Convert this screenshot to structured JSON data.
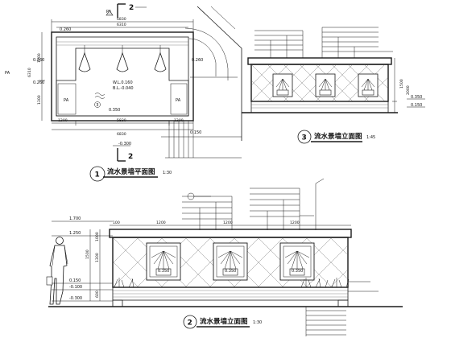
{
  "plan": {
    "section_mark": "2",
    "section_mark_bottom": "2",
    "north_label": "PA",
    "dims_top": [
      "6830",
      "6310"
    ],
    "dims_bottom": [
      "1200",
      "5830",
      "1200",
      "6830"
    ],
    "dims_left": [
      "1200",
      "1300"
    ],
    "elevations": [
      "0.260",
      "0.260",
      "0.260",
      "0.260",
      "0.350",
      "0.150",
      "-0.300"
    ],
    "pool_notes": [
      "W.L.0.160",
      "B.L.-0.040"
    ],
    "pool_mark": "3",
    "side_labels": [
      "PA",
      "PA",
      "PA"
    ],
    "title_number": "1",
    "title": "流水景墙平面图",
    "scale": "1:30"
  },
  "side": {
    "dims": [
      "1500",
      "2000"
    ],
    "elevations": [
      "0.350",
      "0.150"
    ],
    "title_number": "3",
    "title": "流水景墙立面图",
    "scale": "1:45"
  },
  "front": {
    "levels": [
      "1.700",
      "1.250",
      "0.150",
      "-0.100",
      "-0.300"
    ],
    "dims_left": [
      "1000",
      "1300",
      "1500",
      "600"
    ],
    "dims_top": [
      "100",
      "1200",
      "1200",
      "1200"
    ],
    "water_levels": [
      "0.350",
      "0.350",
      "0.350"
    ],
    "title_number": "2",
    "title": "流水景墙立面图",
    "scale": "1:30"
  }
}
